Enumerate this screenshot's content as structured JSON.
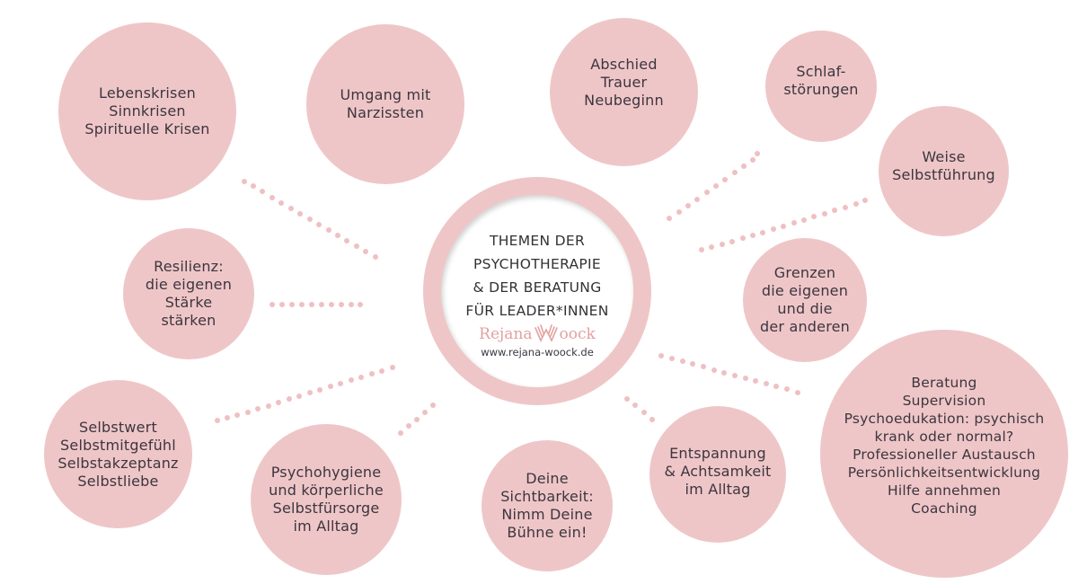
{
  "colors": {
    "bubble": "#efc6c7",
    "dots": "#efc0c2",
    "text": "#3b3640",
    "logo": "#e3a1a1",
    "background": "#ffffff"
  },
  "center": {
    "title": "THEMEN DER\nPSYCHOTHERAPIE\n& DER BERATUNG\nFÜR LEADER*INNEN",
    "logo_left": "Rejana",
    "logo_right": "oock",
    "logo_icon": "wing-w-icon",
    "website": "www.rejana-woock.de"
  },
  "topics": [
    {
      "id": "lebenskrisen",
      "text": "Lebenskrisen\nSinnkrisen\nSpirituelle Krisen"
    },
    {
      "id": "narzissten",
      "text": "Umgang mit\nNarzissten"
    },
    {
      "id": "abschied",
      "text": "Abschied\nTrauer\nNeubeginn"
    },
    {
      "id": "schlaf",
      "text": "Schlaf-\nstörungen"
    },
    {
      "id": "selbstfuehrung",
      "text": "Weise\nSelbstführung"
    },
    {
      "id": "resilienz",
      "text": "Resilienz:\ndie eigenen\nStärke\nstärken"
    },
    {
      "id": "grenzen",
      "text": "Grenzen\ndie eigenen\nund die\nder anderen"
    },
    {
      "id": "selbstwert",
      "text": "Selbstwert\nSelbstmitgefühl\nSelbstakzeptanz\nSelbstliebe"
    },
    {
      "id": "psychohygiene",
      "text": "Psychohygiene\nund körperliche\nSelbstfürsorge\nim Alltag"
    },
    {
      "id": "sichtbarkeit",
      "text": "Deine\nSichtbarkeit:\nNimm Deine\nBühne ein!"
    },
    {
      "id": "entspannung",
      "text": "Entspannung\n& Achtsamkeit\nim Alltag"
    },
    {
      "id": "beratung",
      "text": "Beratung\nSupervision\nPsychoedukation: psychisch\nkrank oder normal?\nProfessioneller Austausch\nPersönlichkeitsentwicklung\nHilfe annehmen\nCoaching"
    }
  ]
}
